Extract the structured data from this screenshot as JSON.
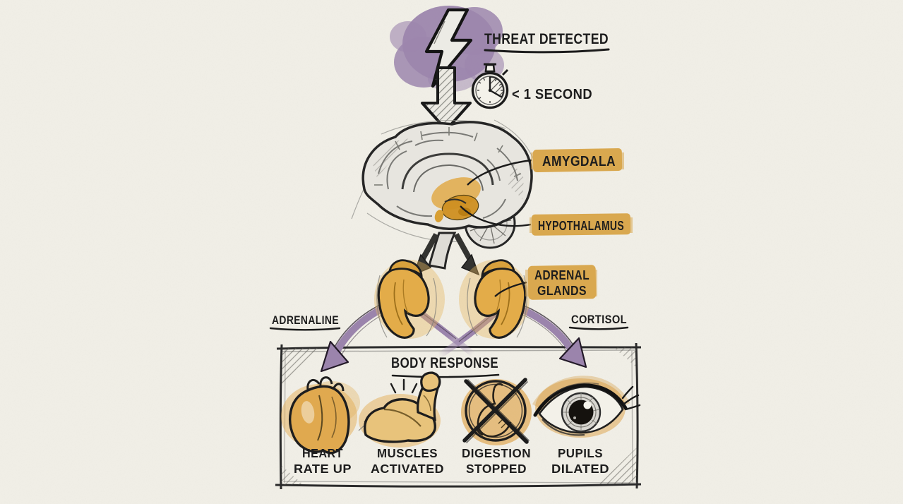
{
  "palette": {
    "paper": "#f2f0e8",
    "ink": "#1d1d1d",
    "purple": "#9b84ac",
    "gold": "#dfa84e",
    "label_highlight": "#d9a84f",
    "sketch_gray": "#6e6e6a"
  },
  "header": {
    "threat_label": "THREAT DETECTED",
    "timing_label": "< 1 SECOND",
    "icons": [
      "lightning-bolt",
      "down-arrow",
      "stopwatch"
    ]
  },
  "brain": {
    "icon": "brain-cross-section",
    "amygdala_label": "AMYGDALA",
    "hypothalamus_label": "HYPOTHALAMUS"
  },
  "adrenal": {
    "icon": "adrenal-glands",
    "label_lines": [
      "ADRENAL",
      "GLANDS"
    ]
  },
  "hormones": {
    "left": "ADRENALINE",
    "right": "CORTISOL"
  },
  "body_response": {
    "title": "BODY RESPONSE",
    "items": [
      {
        "icon": "anatomical-heart",
        "lines": [
          "HEART",
          "RATE UP"
        ]
      },
      {
        "icon": "flexed-bicep",
        "lines": [
          "MUSCLES",
          "ACTIVATED"
        ]
      },
      {
        "icon": "stomach-crossed-out",
        "lines": [
          "DIGESTION",
          "STOPPED"
        ]
      },
      {
        "icon": "dilated-eye",
        "lines": [
          "PUPILS",
          "DILATED"
        ]
      }
    ]
  }
}
